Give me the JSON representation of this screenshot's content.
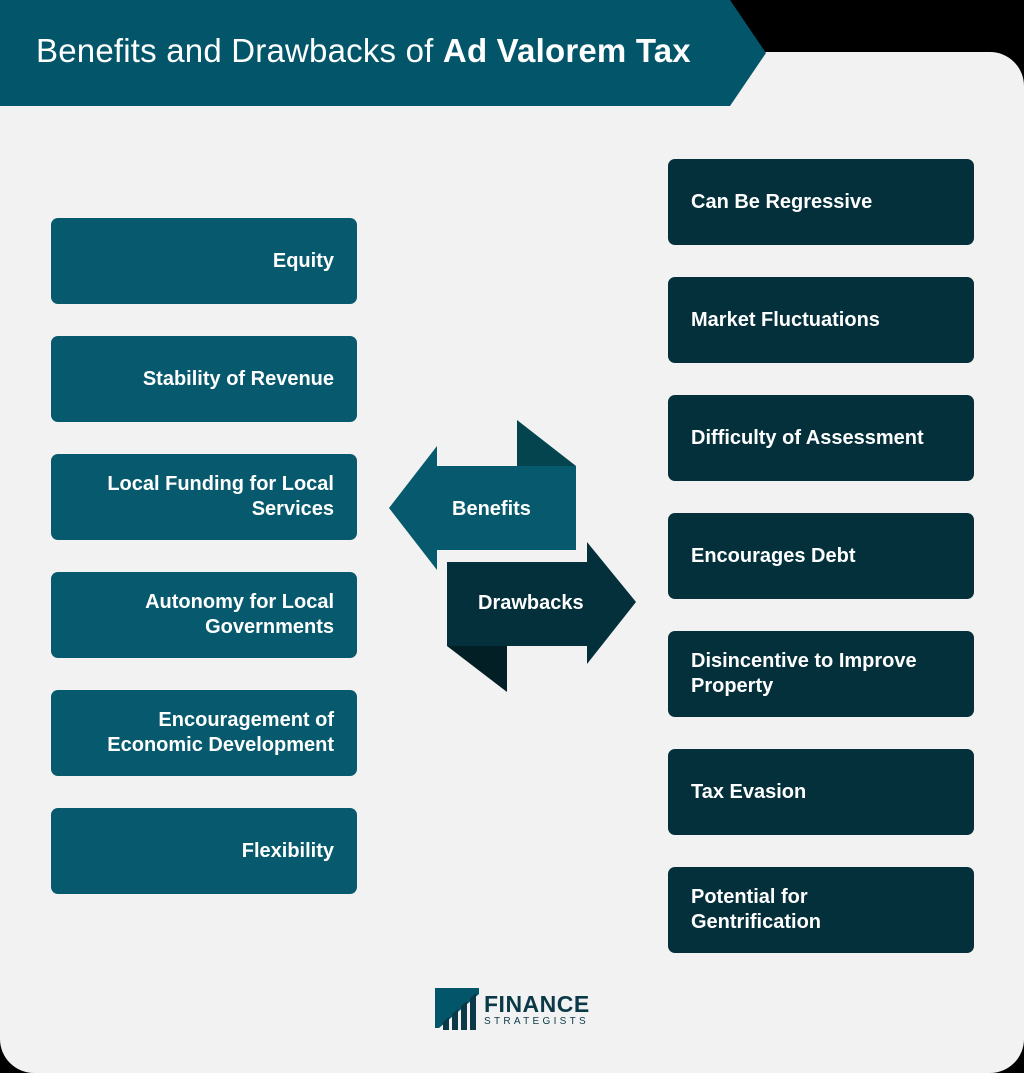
{
  "title": {
    "prefix": "Benefits and Drawbacks of ",
    "emphasis": "Ad Valorem Tax"
  },
  "center": {
    "benefits_label": "Benefits",
    "drawbacks_label": "Drawbacks"
  },
  "benefits": [
    "Equity",
    "Stability of Revenue",
    "Local Funding for Local\nServices",
    "Autonomy for Local\nGovernments",
    "Encouragement of\nEconomic Development",
    "Flexibility"
  ],
  "drawbacks": [
    "Can Be Regressive",
    "Market Fluctuations",
    "Difficulty of Assessment",
    "Encourages Debt",
    "Disincentive to Improve\nProperty",
    "Tax Evasion",
    "Potential for\nGentrification"
  ],
  "logo": {
    "line1": "FINANCE",
    "line2": "STRATEGISTS"
  },
  "colors": {
    "banner": "#03566a",
    "benefit_box": "#075a6d",
    "drawback_box": "#04303c",
    "background": "#f2f2f2"
  }
}
